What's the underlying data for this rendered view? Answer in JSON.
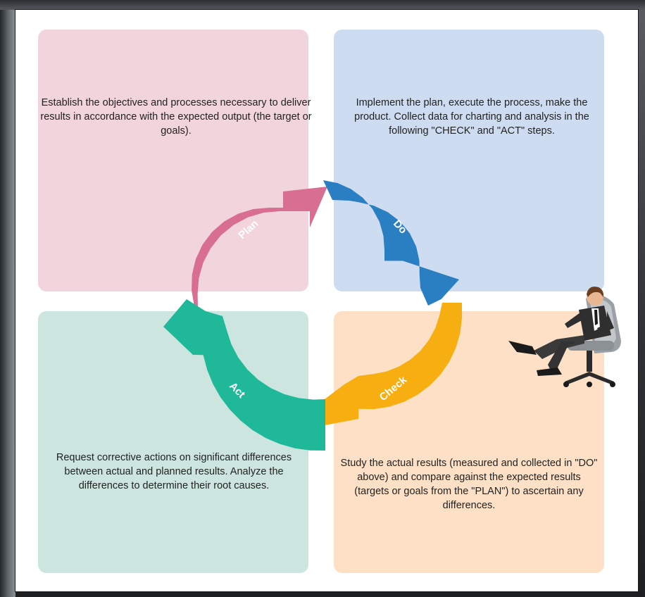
{
  "quadrants": {
    "plan": {
      "text": "Establish the objectives and processes necessary to deliver results in accordance with the expected output (the target or goals).",
      "color": "#f2d4dc"
    },
    "do": {
      "text": "Implement the plan, execute the process, make the product. Collect data for charting and analysis in the following \"CHECK\" and \"ACT\" steps.",
      "color": "#cddcf0"
    },
    "act": {
      "text": "Request corrective actions on significant differences between actual and planned results. Analyze the differences to determine their root causes.",
      "color": "#cce6df"
    },
    "check": {
      "text": "Study the actual results (measured and collected in \"DO\" above) and compare against the expected results (targets or goals from the \"PLAN\") to ascertain any differences.",
      "color": "#fde0c6"
    }
  },
  "cycle": {
    "plan": {
      "label": "Plan",
      "color": "#d86e92"
    },
    "do": {
      "label": "Do",
      "color": "#2a7fc2"
    },
    "check": {
      "label": "Check",
      "color": "#f6ae10"
    },
    "act": {
      "label": "Act",
      "color": "#1fb99a"
    }
  },
  "illustration": {
    "icon": "businessman-in-office-chair-icon"
  }
}
